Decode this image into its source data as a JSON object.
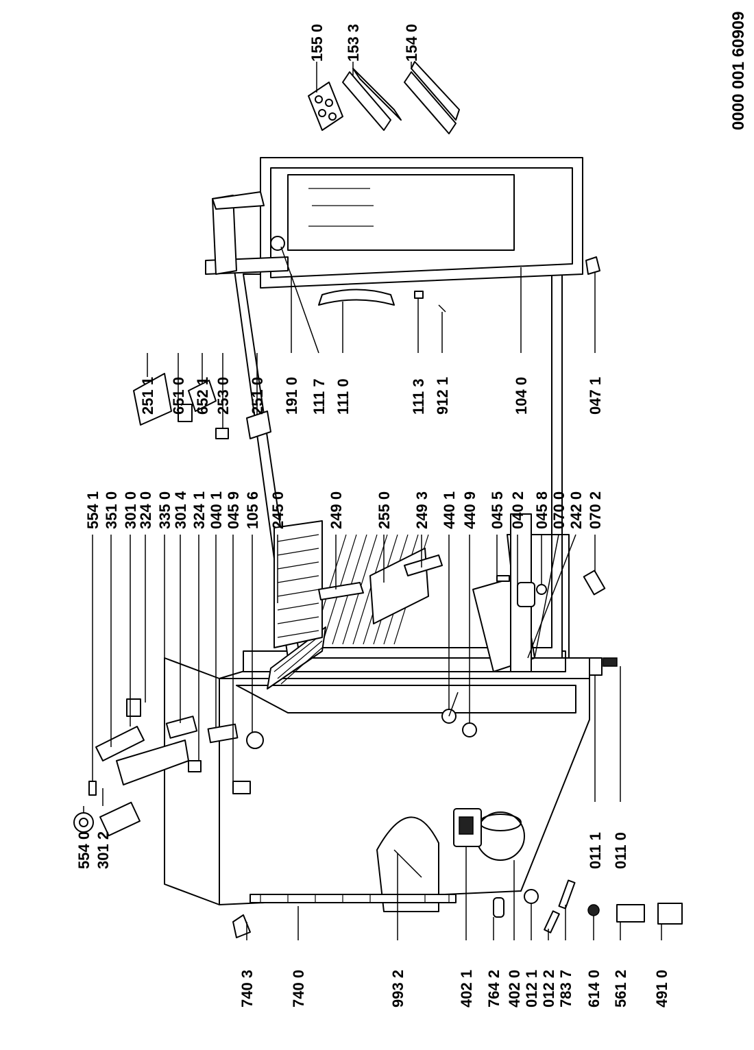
{
  "document_number": "0000 001 60909",
  "parts": {
    "cabinet": [
      "740 3",
      "740 0",
      "993 2",
      "402 1",
      "764 2",
      "402 0",
      "012 1",
      "012 2",
      "783 7",
      "614 0",
      "561 2",
      "491 0",
      "011 1",
      "011 0"
    ],
    "interior": [
      "554 0",
      "301 2",
      "554 1",
      "351 0",
      "301 0",
      "324 0",
      "335 0",
      "301 4",
      "324 1",
      "040 1",
      "045 9",
      "105 6",
      "245 0",
      "249 0",
      "255 0",
      "249 3",
      "440 1",
      "440 9",
      "045 5",
      "040 2",
      "045 8",
      "070 0",
      "242 0",
      "070 2"
    ],
    "door": [
      "251 1",
      "651 0",
      "652 1",
      "253 0",
      "251 0",
      "191 0",
      "111 7",
      "111 0",
      "111 3",
      "912 1",
      "104 0",
      "047 1"
    ],
    "door_shelves": [
      "155 0",
      "153 3",
      "154 0"
    ]
  }
}
